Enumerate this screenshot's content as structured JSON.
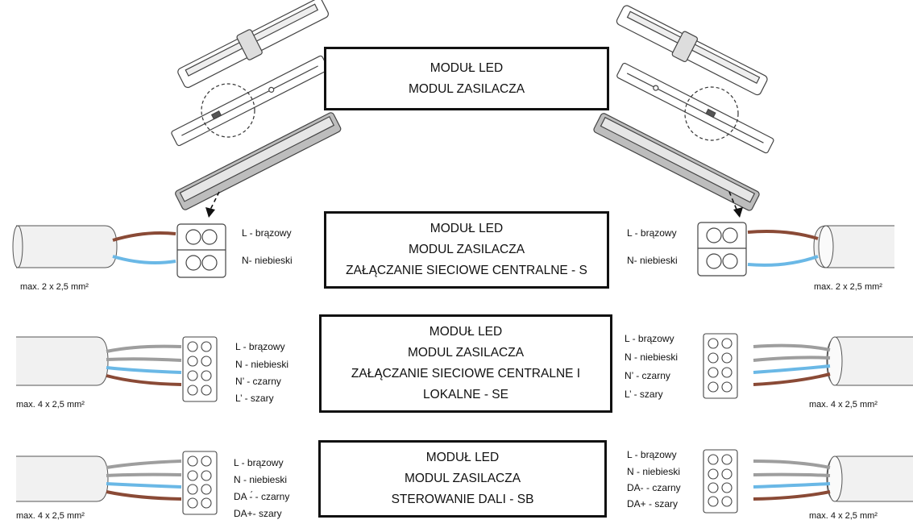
{
  "boxes": [
    {
      "lines": [
        "MODUŁ LED",
        "MODUL ZASILACZA"
      ]
    },
    {
      "lines": [
        "MODUŁ LED",
        "MODUL ZASILACZA",
        "ZAŁĄCZANIE SIECIOWE CENTRALNE - S"
      ]
    },
    {
      "lines": [
        "MODUŁ LED",
        "MODUL ZASILACZA",
        "ZAŁĄCZANIE SIECIOWE CENTRALNE  I",
        "LOKALNE - SE"
      ]
    },
    {
      "lines": [
        "MODUŁ LED",
        "MODUL ZASILACZA",
        "STEROWANIE DALI - SB"
      ]
    }
  ],
  "rows": [
    {
      "left_labels": [
        "L - brązowy",
        "N-  niebieski"
      ],
      "right_labels": [
        "L - brązowy",
        "N-  niebieski"
      ],
      "section": "max. 2 x 2,5 mm²",
      "wire_colors": [
        "#8a4a36",
        "#6ab8e6"
      ]
    },
    {
      "left_labels": [
        "L - brązowy",
        "N - niebieski",
        "N’ - czarny",
        "L’ - szary"
      ],
      "right_labels": [
        "L - brązowy",
        "N - niebieski",
        "N’ - czarny",
        "L’ - szary"
      ],
      "section": "max. 4 x 2,5 mm²",
      "wire_colors": [
        "#9e9e9e",
        "#9e9e9e",
        "#6ab8e6",
        "#8a4a36"
      ]
    },
    {
      "left_labels": [
        "L - brązowy",
        "N - niebieski",
        "DA -́  - czarny",
        "DA+- szary"
      ],
      "right_labels": [
        "L - brązowy",
        "N - niebieski",
        "DA- - czarny",
        "DA+ - szary"
      ],
      "section": "max. 4 x 2,5 mm²",
      "wire_colors": [
        "#9e9e9e",
        "#9e9e9e",
        "#6ab8e6",
        "#8a4a36"
      ]
    }
  ]
}
